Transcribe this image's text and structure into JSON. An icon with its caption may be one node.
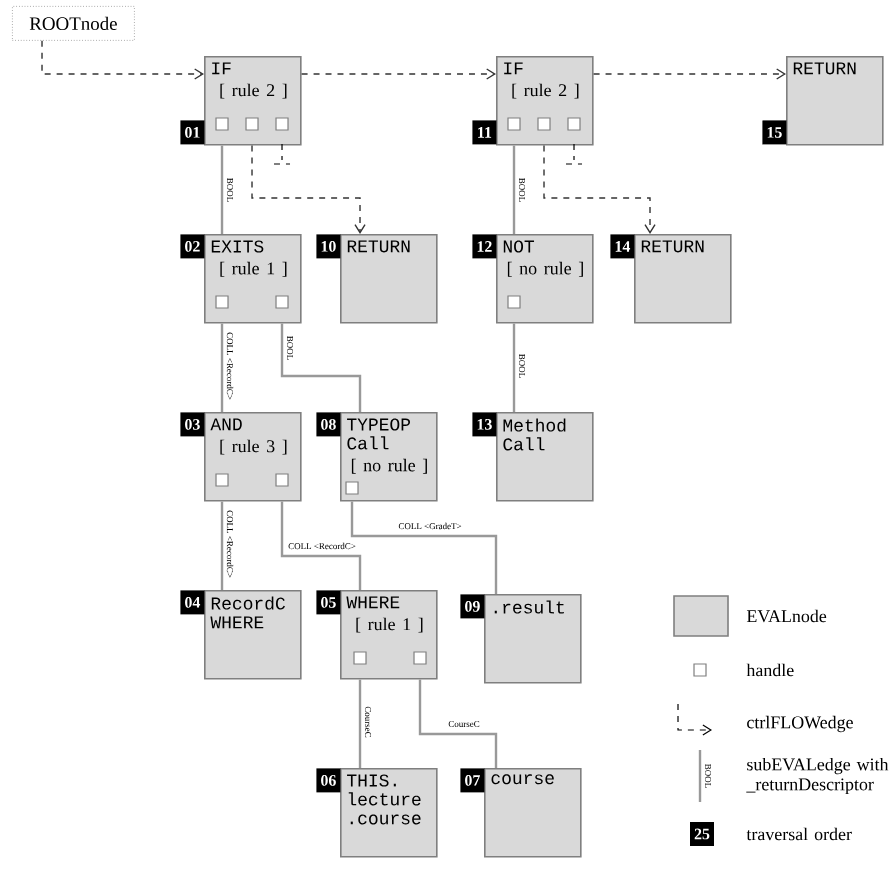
{
  "diagram": {
    "nodes": [
      {
        "text": [
          "ROOTnode"
        ]
      },
      {
        "text": [
          "IF",
          "[ rule 2 ]"
        ],
        "beside": [
          "01"
        ]
      },
      {
        "text": [
          "IF",
          "[ rule 2 ]"
        ],
        "beside": [
          "11"
        ]
      },
      {
        "text": [
          "RETURN"
        ],
        "beside": [
          "15"
        ]
      },
      {
        "text": [
          "EXITS",
          "[ rule 1 ]"
        ],
        "beside": [
          "02"
        ]
      },
      {
        "text": [
          "RETURN"
        ],
        "beside": [
          "10"
        ]
      },
      {
        "text": [
          "NOT",
          "[ no rule ]"
        ],
        "beside": [
          "12"
        ]
      },
      {
        "text": [
          "RETURN"
        ],
        "beside": [
          "14"
        ]
      },
      {
        "text": [
          "AND",
          "[ rule 3 ]"
        ],
        "beside": [
          "03"
        ]
      },
      {
        "text": [
          "TYPEOP Call",
          "[ no rule ]"
        ],
        "beside": [
          "08"
        ]
      },
      {
        "text": [
          "Method Call"
        ],
        "beside": [
          "13"
        ]
      },
      {
        "text": [
          "RecordC WHERE"
        ],
        "beside": [
          "04"
        ]
      },
      {
        "text": [
          "WHERE",
          "[ rule 1 ]"
        ],
        "beside": [
          "05"
        ]
      },
      {
        "text": [
          ".result"
        ],
        "beside": [
          "09"
        ]
      },
      {
        "text": [
          "THIS. lecture .course"
        ],
        "beside": [
          "06"
        ]
      },
      {
        "text": [
          "course"
        ],
        "beside": [
          "07"
        ]
      }
    ],
    "edges": [
      {
        "from": 0,
        "to": 1,
        "arrow": "to",
        "style": "dashed",
        "color": "#333333"
      },
      {
        "from": 1,
        "to": 2,
        "arrow": "to",
        "style": "dashed",
        "color": "#333333"
      },
      {
        "from": 2,
        "to": 3,
        "arrow": "to",
        "style": "dashed",
        "color": "#333333"
      },
      {
        "from": 1,
        "to": 4,
        "arrow": "none",
        "label": "BOOL"
      },
      {
        "from": 1,
        "to": 5,
        "arrow": "to",
        "style": "dashed",
        "color": "#333333"
      },
      {
        "from": 4,
        "to": 8,
        "arrow": "none",
        "label": "COLL <RecordC>"
      },
      {
        "from": 4,
        "to": 9,
        "arrow": "none",
        "label": "BOOL"
      },
      {
        "from": 8,
        "to": 11,
        "arrow": "none",
        "label": "COLL <RecordC>"
      },
      {
        "from": 8,
        "to": 12,
        "arrow": "none",
        "label": "COLL <RecordC>"
      },
      {
        "from": 9,
        "to": 13,
        "arrow": "none",
        "label": "COLL <GradeT>"
      },
      {
        "from": 12,
        "to": 14,
        "arrow": "none",
        "label": "CourseC"
      },
      {
        "from": 12,
        "to": 15,
        "arrow": "none",
        "label": "CourseC"
      },
      {
        "from": 2,
        "to": 6,
        "arrow": "none",
        "label": "BOOL"
      },
      {
        "from": 2,
        "to": 7,
        "arrow": "to",
        "style": "dashed",
        "color": "#333333"
      },
      {
        "from": 6,
        "to": 10,
        "arrow": "none",
        "label": "BOOL"
      }
    ],
    "labels": [
      "BOOL",
      "25"
    ],
    "legend": [
      {
        "text": "EVALnode",
        "color": "#d9d9d9"
      },
      {
        "text": "handle"
      },
      {
        "text": "ctrlFLOWedge"
      },
      {
        "text": "subEVALedge with _returnDescriptor"
      },
      {
        "text": "traversal order"
      }
    ]
  }
}
